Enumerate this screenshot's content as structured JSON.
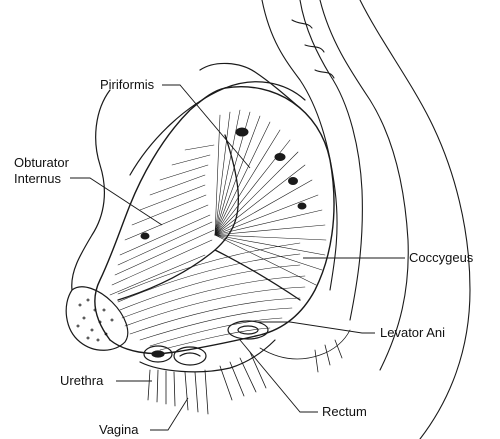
{
  "figure": {
    "labels": {
      "piriformis": "Piriformis",
      "obturator_line1": "Obturator",
      "obturator_line2": "Internus",
      "coccygeus": "Coccygeus",
      "levator_ani": "Levator Ani",
      "urethra": "Urethra",
      "rectum": "Rectum",
      "vagina": "Vagina"
    },
    "ink_color": "#1a1a1a",
    "paper_color": "#ffffff"
  }
}
